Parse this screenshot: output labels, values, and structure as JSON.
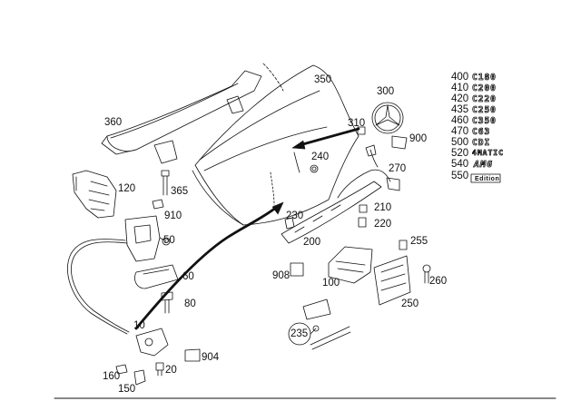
{
  "part_labels": [
    {
      "id": "360",
      "text": "360"
    },
    {
      "id": "350",
      "text": "350"
    },
    {
      "id": "300",
      "text": "300"
    },
    {
      "id": "310",
      "text": "310"
    },
    {
      "id": "900",
      "text": "900"
    },
    {
      "id": "240",
      "text": "240"
    },
    {
      "id": "270",
      "text": "270"
    },
    {
      "id": "120",
      "text": "120"
    },
    {
      "id": "365",
      "text": "365"
    },
    {
      "id": "910",
      "text": "910"
    },
    {
      "id": "50",
      "text": "50"
    },
    {
      "id": "60",
      "text": "60"
    },
    {
      "id": "80",
      "text": "80"
    },
    {
      "id": "230",
      "text": "230"
    },
    {
      "id": "210",
      "text": "210"
    },
    {
      "id": "220",
      "text": "220"
    },
    {
      "id": "200",
      "text": "200"
    },
    {
      "id": "255",
      "text": "255"
    },
    {
      "id": "908",
      "text": "908"
    },
    {
      "id": "100",
      "text": "100"
    },
    {
      "id": "260",
      "text": "260"
    },
    {
      "id": "250",
      "text": "250"
    },
    {
      "id": "235",
      "text": "235"
    },
    {
      "id": "10",
      "text": "10"
    },
    {
      "id": "904",
      "text": "904"
    },
    {
      "id": "160",
      "text": "160"
    },
    {
      "id": "20",
      "text": "20"
    },
    {
      "id": "150",
      "text": "150"
    }
  ],
  "badges": [
    {
      "num": "400",
      "text": "C180"
    },
    {
      "num": "410",
      "text": "C200"
    },
    {
      "num": "420",
      "text": "C220"
    },
    {
      "num": "435",
      "text": "C250"
    },
    {
      "num": "460",
      "text": "C350"
    },
    {
      "num": "470",
      "text": "C63"
    },
    {
      "num": "500",
      "text": "CDI"
    },
    {
      "num": "520",
      "text": "4MATIC"
    },
    {
      "num": "540",
      "text": "AMG"
    },
    {
      "num": "550",
      "text": "Edition"
    }
  ],
  "colors": {
    "line": "#111111",
    "background": "#ffffff"
  }
}
